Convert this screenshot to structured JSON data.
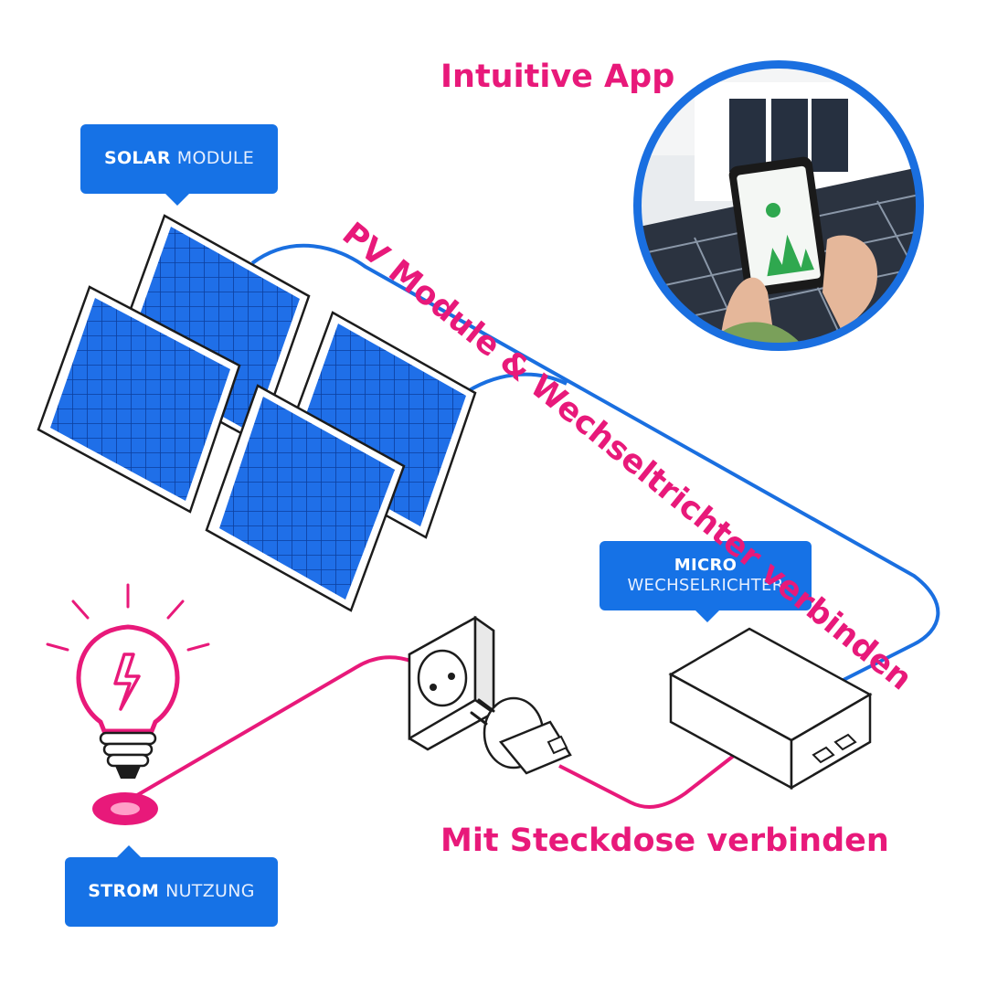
{
  "labels": {
    "solar_bold": "SOLAR",
    "solar_light": "MODULE",
    "micro_bold": "MICRO",
    "micro_light": "WECHSELRICHTER",
    "strom_bold": "STROM",
    "strom_light": "NUTZUNG"
  },
  "callouts": {
    "app": "Intuitive App",
    "pv_connect": "PV Module & Wechseltrichter verbinden",
    "socket_connect": "Mit Steckdose verbinden"
  },
  "colors": {
    "label_blue": "#1672e6",
    "cable_blue": "#1a6fe0",
    "accent_pink": "#e8197a",
    "panel_blue": "#1f6fe8"
  },
  "icons": [
    "solar-panel-icon",
    "light-bulb-icon",
    "power-outlet-icon",
    "power-plug-icon",
    "inverter-box-icon",
    "smartphone-app-photo"
  ]
}
